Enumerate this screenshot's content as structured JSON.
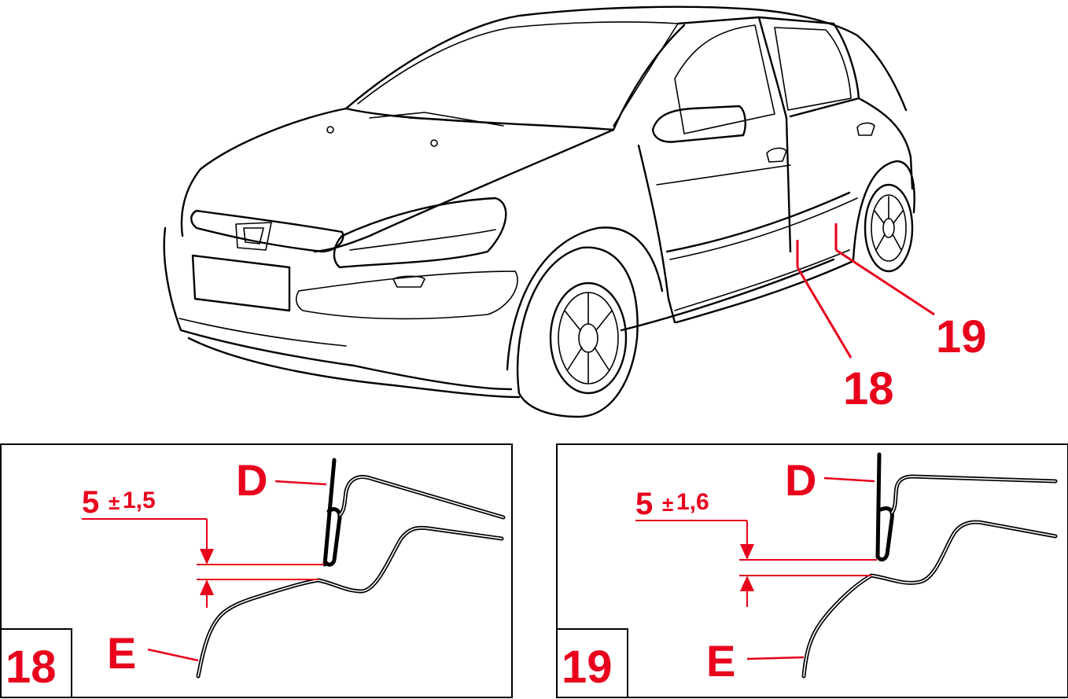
{
  "callouts": {
    "marker_18": "18",
    "marker_19": "19"
  },
  "panels": [
    {
      "id": "18",
      "number": "18",
      "label_top": "D",
      "label_bottom": "E",
      "gap_value": "5",
      "gap_tolerance_sign": "±",
      "gap_tolerance": "1,5"
    },
    {
      "id": "19",
      "number": "19",
      "label_top": "D",
      "label_bottom": "E",
      "gap_value": "5",
      "gap_tolerance_sign": "±",
      "gap_tolerance": "1,6"
    }
  ],
  "colors": {
    "annotation": "#e8001c",
    "linework": "#000000",
    "background": "#ffffff"
  }
}
